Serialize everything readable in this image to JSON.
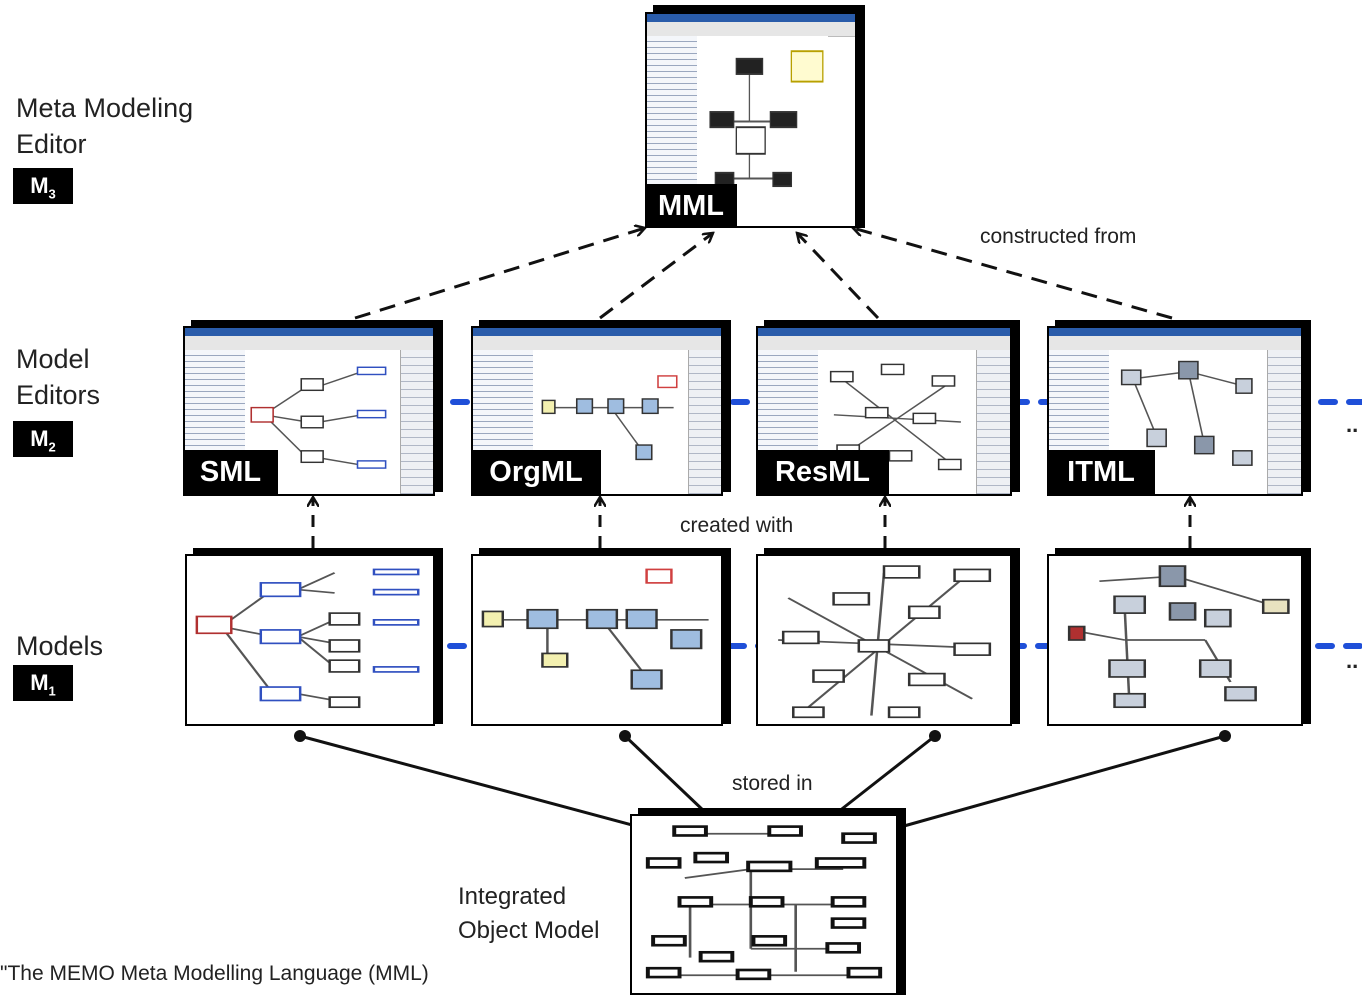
{
  "levels": {
    "m3": {
      "label_line1": "Meta Modeling",
      "label_line2": "Editor",
      "badge_letter": "M",
      "badge_sub": "3"
    },
    "m2": {
      "label_line1": "Model",
      "label_line2": "Editors",
      "badge_letter": "M",
      "badge_sub": "2"
    },
    "m1": {
      "label_line1": "Models",
      "badge_letter": "M",
      "badge_sub": "1"
    }
  },
  "top_editor": {
    "tag": "MML"
  },
  "editors": [
    {
      "tag": "SML"
    },
    {
      "tag": "OrgML"
    },
    {
      "tag": "ResML"
    },
    {
      "tag": "ITML"
    }
  ],
  "relations": {
    "constructed_from": "constructed from",
    "created_with": "created with",
    "stored_in": "stored in"
  },
  "repository": {
    "line1": "Integrated",
    "line2": "Object Model"
  },
  "ellipsis": "..",
  "caption": "\"The MEMO Meta Modelling Language (MML)",
  "colors": {
    "dots": "#1f4fd8",
    "frame": "#000000",
    "titlebar": "#2a5caa"
  }
}
